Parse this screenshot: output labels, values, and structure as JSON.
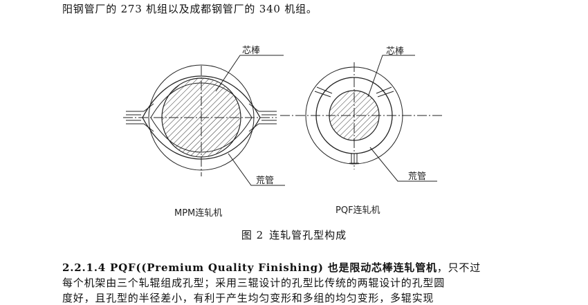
{
  "top_text": "阳钢管厂的 273 机组以及成都钢管厂的 340 机组。",
  "figure": {
    "mpm": {
      "mandrel_label": "芯棒",
      "pipe_label": "荒管",
      "caption": "MPM连轧机"
    },
    "pqf": {
      "mandrel_label": "芯棒",
      "pipe_label": "荒管",
      "caption": "PQF连轧机"
    },
    "caption_number": "图 2",
    "caption_text": "连轧管孔型构成"
  },
  "section": {
    "heading_bold": "2.2.1.4 PQF((Premium Quality Finishing) 也是限动芯棒连轧管机",
    "heading_rest": "，只不过",
    "line2": "每个机架由三个轧辊组成孔型；采用三辊设计的孔型比传统的两辊设计的孔型圆",
    "line3": "度好，且孔型的半径差小，有利于产生均匀变形和多组的均匀变形，多辊实现"
  }
}
